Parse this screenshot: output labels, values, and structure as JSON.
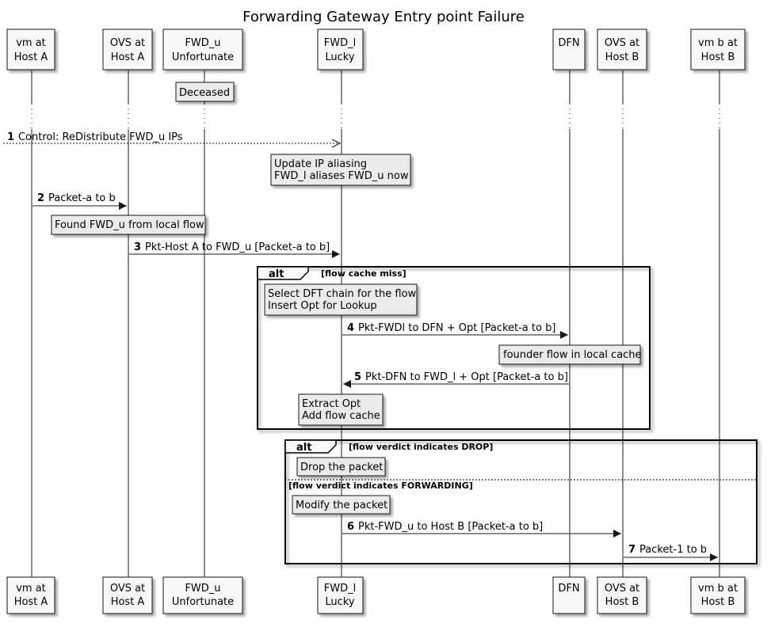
{
  "title": "Forwarding Gateway Entry point Failure",
  "participants": [
    {
      "id": "vma",
      "line1": "vm at",
      "line2": "Host A"
    },
    {
      "id": "ovsa",
      "line1": "OVS at",
      "line2": "Host A"
    },
    {
      "id": "fwdu",
      "line1": "FWD_u",
      "line2": "Unfortunate"
    },
    {
      "id": "fwdl",
      "line1": "FWD_l",
      "line2": "Lucky"
    },
    {
      "id": "dfn",
      "line1": "DFN",
      "line2": ""
    },
    {
      "id": "ovsb",
      "line1": "OVS at",
      "line2": "Host B"
    },
    {
      "id": "vmb",
      "line1": "vm b at",
      "line2": "Host B"
    }
  ],
  "notes": [
    {
      "id": "deceased",
      "lines": [
        "Deceased"
      ]
    },
    {
      "id": "update-ip",
      "lines": [
        "Update IP aliasing",
        "FWD_l aliases FWD_u now"
      ]
    },
    {
      "id": "found-fwd",
      "lines": [
        "Found FWD_u from local flow"
      ]
    },
    {
      "id": "select-dft",
      "lines": [
        "Select DFT chain for the flow",
        "Insert Opt for Lookup"
      ]
    },
    {
      "id": "founder",
      "lines": [
        "founder flow in local cache"
      ]
    },
    {
      "id": "extract",
      "lines": [
        "Extract Opt",
        "Add flow cache"
      ]
    },
    {
      "id": "drop",
      "lines": [
        "Drop the packet"
      ]
    },
    {
      "id": "modify",
      "lines": [
        "Modify the packet"
      ]
    }
  ],
  "messages": [
    {
      "num": "1",
      "text": "Control: ReDistribute FWD_u IPs",
      "style": "dashed"
    },
    {
      "num": "2",
      "text": "Packet-a to b",
      "style": "solid"
    },
    {
      "num": "3",
      "text": "Pkt-Host A to FWD_u [Packet-a to b]",
      "style": "solid"
    },
    {
      "num": "4",
      "text": "Pkt-FWDl to DFN + Opt [Packet-a to b]",
      "style": "solid"
    },
    {
      "num": "5",
      "text": "Pkt-DFN to FWD_l + Opt [Packet-a to b]",
      "style": "solid"
    },
    {
      "num": "6",
      "text": "Pkt-FWD_u to Host B [Packet-a to b]",
      "style": "solid"
    },
    {
      "num": "7",
      "text": "Packet-1 to b",
      "style": "solid"
    }
  ],
  "fragments": [
    {
      "id": "alt1",
      "keyword": "alt",
      "guard": "[flow cache miss]"
    },
    {
      "id": "alt2",
      "keyword": "alt",
      "guard": "[flow verdict indicates DROP]",
      "else_guard": "[flow verdict indicates FORWARDING]"
    }
  ],
  "colors": {
    "participant_fill": "#f8f8f8",
    "note_fill": "#ebebeb",
    "line": "#181818",
    "frame": "#000000"
  }
}
